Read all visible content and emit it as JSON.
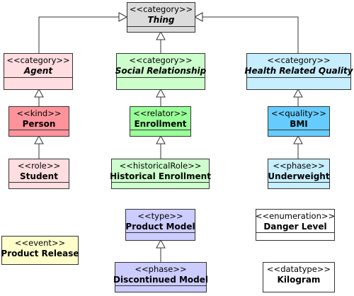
{
  "diagram": {
    "nodes": [
      {
        "id": "thing",
        "stereotype": "<<category>>",
        "name": "Thing",
        "abstract": true,
        "fill": "#dcdcdc",
        "compartments": 2
      },
      {
        "id": "agent",
        "stereotype": "<<category>>",
        "name": "Agent",
        "abstract": true,
        "fill": "#ffdde0",
        "compartments": 2
      },
      {
        "id": "social-relationship",
        "stereotype": "<<category>>",
        "name": "Social Relationship",
        "abstract": true,
        "fill": "#ccffcc",
        "compartments": 2
      },
      {
        "id": "health-related-quality",
        "stereotype": "<<category>>",
        "name": "Health Related Quality",
        "abstract": true,
        "fill": "#c6eeff",
        "compartments": 2
      },
      {
        "id": "person",
        "stereotype": "<<kind>>",
        "name": "Person",
        "abstract": false,
        "fill": "#ff939b",
        "compartments": 2
      },
      {
        "id": "enrollment",
        "stereotype": "<<relator>>",
        "name": "Enrollment",
        "abstract": false,
        "fill": "#99ff99",
        "compartments": 2
      },
      {
        "id": "bmi",
        "stereotype": "<<quality>>",
        "name": "BMI",
        "abstract": false,
        "fill": "#66ccff",
        "compartments": 2
      },
      {
        "id": "student",
        "stereotype": "<<role>>",
        "name": "Student",
        "abstract": false,
        "fill": "#ffdde0",
        "compartments": 2
      },
      {
        "id": "historical-enrollment",
        "stereotype": "<<historicalRole>>",
        "name": "Historical Enrollment",
        "abstract": false,
        "fill": "#ccffcc",
        "compartments": 2
      },
      {
        "id": "underweight",
        "stereotype": "<<phase>>",
        "name": "Underweight",
        "abstract": false,
        "fill": "#c6eeff",
        "compartments": 2
      },
      {
        "id": "product-model",
        "stereotype": "<<type>>",
        "name": "Product Model",
        "abstract": false,
        "fill": "#ccccff",
        "compartments": 2
      },
      {
        "id": "danger-level",
        "stereotype": "<<enumeration>>",
        "name": "Danger Level",
        "abstract": false,
        "fill": "#ffffff",
        "compartments": 2
      },
      {
        "id": "product-release",
        "stereotype": "<<event>>",
        "name": "Product Release",
        "abstract": false,
        "fill": "#ffffcc",
        "compartments": 1
      },
      {
        "id": "discontinued-model",
        "stereotype": "<<phase>>",
        "name": "Discontinued Model",
        "abstract": false,
        "fill": "#ccccff",
        "compartments": 2
      },
      {
        "id": "kilogram",
        "stereotype": "<<datatype>>",
        "name": "Kilogram",
        "abstract": false,
        "fill": "#ffffff",
        "compartments": 1
      }
    ],
    "generalizations": [
      {
        "from": "agent",
        "to": "thing"
      },
      {
        "from": "social-relationship",
        "to": "thing"
      },
      {
        "from": "health-related-quality",
        "to": "thing"
      },
      {
        "from": "person",
        "to": "agent"
      },
      {
        "from": "enrollment",
        "to": "social-relationship"
      },
      {
        "from": "bmi",
        "to": "health-related-quality"
      },
      {
        "from": "student",
        "to": "person"
      },
      {
        "from": "historical-enrollment",
        "to": "enrollment"
      },
      {
        "from": "underweight",
        "to": "bmi"
      },
      {
        "from": "discontinued-model",
        "to": "product-model"
      }
    ]
  }
}
